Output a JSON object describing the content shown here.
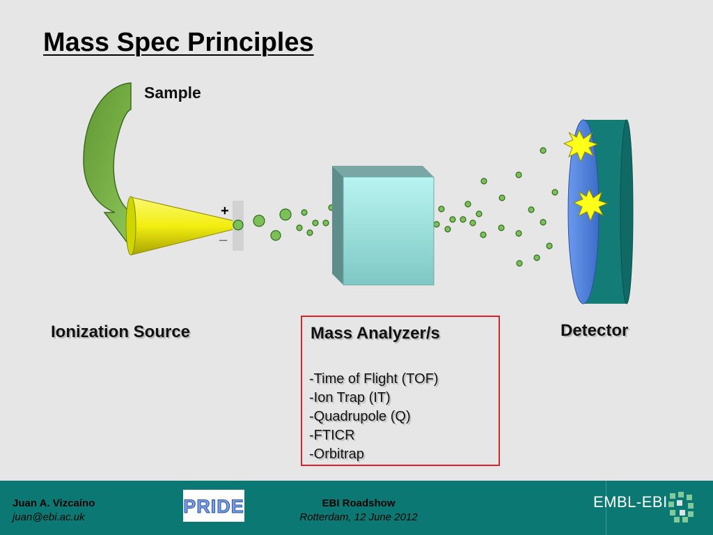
{
  "title": "Mass Spec Principles",
  "diagram": {
    "sample_label": "Sample",
    "plus_sign": "+",
    "minus_sign": "_",
    "ionization_label": "Ionization Source",
    "detector_label": "Detector",
    "analyzer": {
      "title": "Mass Analyzer/s",
      "items": [
        "-Time of Flight (TOF)",
        "-Ion Trap (IT)",
        "-Quadrupole (Q)",
        "-FTICR",
        "-Orbitrap"
      ]
    },
    "colors": {
      "arrow": "#6aa03a",
      "cone": "#f2ee10",
      "droplet": "#7cc05a",
      "analyzer_face": "#a9e9e6",
      "detector_face": "#5b8be4",
      "detector_body": "#137c76",
      "flash": "#ffff1a",
      "highlight_border": "#e21f26"
    }
  },
  "footer": {
    "author": "Juan A. Vizcaíno",
    "email": "juan@ebi.ac.uk",
    "event": "EBI Roadshow",
    "location_date": "Rotterdam, 12 June 2012",
    "pride_logo_text": "PRIDE",
    "embl_logo_text": "EMBL-EBI",
    "background_color": "#0c7873"
  }
}
